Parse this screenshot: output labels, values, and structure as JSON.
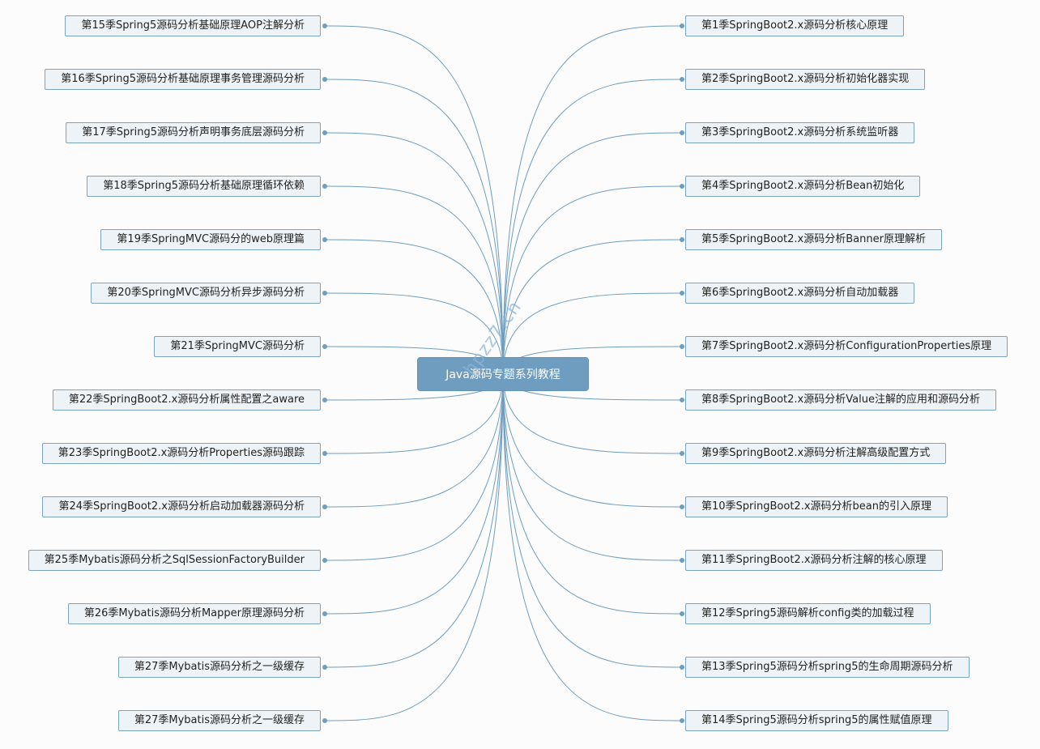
{
  "root": {
    "label": "Java源码专题系列教程"
  },
  "watermark": "hpzz7.cn",
  "colors": {
    "edge": "#6e9dbf",
    "node_bg": "#eef3f7",
    "node_border": "#7ba3c2",
    "root_bg": "#6e9dbf"
  },
  "left_topics": [
    "第15季Spring5源码分析基础原理AOP注解分析",
    "第16季Spring5源码分析基础原理事务管理源码分析",
    "第17季Spring5源码分析声明事务底层源码分析",
    "第18季Spring5源码分析基础原理循环依赖",
    "第19季SpringMVC源码分的web原理篇",
    "第20季SpringMVC源码分析异步源码分析",
    "第21季SpringMVC源码分析",
    "第22季SpringBoot2.x源码分析属性配置之aware",
    "第23季SpringBoot2.x源码分析Properties源码跟踪",
    "第24季SpringBoot2.x源码分析启动加载器源码分析",
    "第25季Mybatis源码分析之SqlSessionFactoryBuilder",
    "第26季Mybatis源码分析Mapper原理源码分析",
    "第27季Mybatis源码分析之一级缓存",
    "第27季Mybatis源码分析之一级缓存"
  ],
  "right_topics": [
    "第1季SpringBoot2.x源码分析核心原理",
    "第2季SpringBoot2.x源码分析初始化器实现",
    "第3季SpringBoot2.x源码分析系统监听器",
    "第4季SpringBoot2.x源码分析Bean初始化",
    "第5季SpringBoot2.x源码分析Banner原理解析",
    "第6季SpringBoot2.x源码分析自动加载器",
    "第7季SpringBoot2.x源码分析ConfigurationProperties原理",
    "第8季SpringBoot2.x源码分析Value注解的应用和源码分析",
    "第9季SpringBoot2.x源码分析注解高级配置方式",
    "第10季SpringBoot2.x源码分析bean的引入原理",
    "第11季SpringBoot2.x源码分析注解的核心原理",
    "第12季Spring5源码解析config类的加载过程",
    "第13季Spring5源码分析spring5的生命周期源码分析",
    "第14季Spring5源码分析spring5的属性赋值原理"
  ]
}
